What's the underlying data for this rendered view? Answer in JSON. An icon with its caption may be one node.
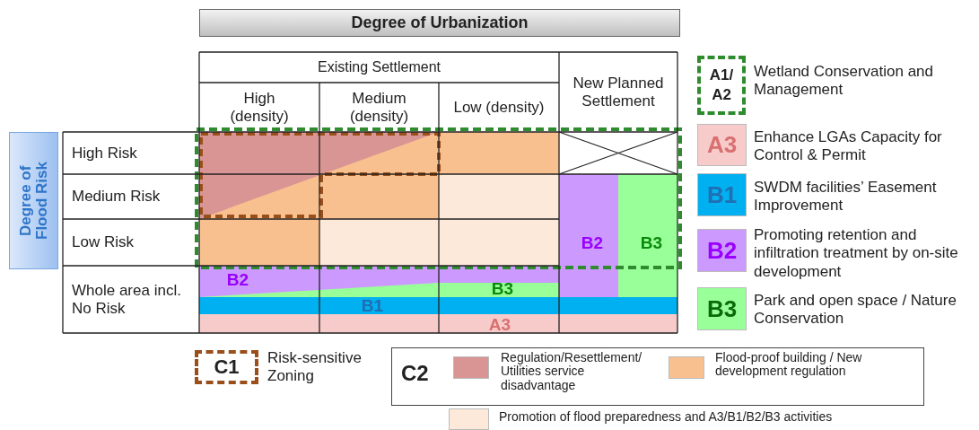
{
  "diagram": {
    "nodes": [
      {
        "text": [
          "Degree of Urbanization"
        ]
      },
      {
        "text": [
          "Degree of Flood Risk"
        ]
      },
      {
        "text": [
          "A1/ A2"
        ],
        "beside": [
          "Wetland Conservation and Management"
        ]
      },
      {
        "text": [
          "A3"
        ],
        "beside": [
          "Enhance LGAs Capacity for Control & Permit"
        ]
      },
      {
        "text": [
          "B1"
        ],
        "beside": [
          "SWDM facilities’ Easement Improvement"
        ]
      },
      {
        "text": [
          "B2"
        ],
        "beside": [
          "Promoting retention and infiltration treatment by on-site development"
        ]
      },
      {
        "text": [
          "B3"
        ],
        "beside": [
          "Park and open space / Nature Conservation"
        ]
      },
      {
        "text": [
          "C1"
        ],
        "beside": [
          "Risk-sensitive Zoning"
        ]
      },
      {
        "text": [
          "C2"
        ]
      }
    ],
    "labels": [
      "Existing Settlement",
      "New Planned Settlement",
      "High (density)",
      "Medium (density)",
      "Low (density)",
      "High Risk",
      "Medium Risk",
      "Low Risk",
      "B2",
      "B3",
      "Whole area incl. No Risk",
      "B2",
      "B3",
      "B1",
      "A3"
    ],
    "legend": [
      {
        "text": "Regulation/Resettlement/ Utilities service disadvantage",
        "color": "#d99594"
      },
      {
        "text": "Flood-proof building / New development regulation",
        "color": "#f9c08f"
      },
      {
        "text": "Promotion of flood preparedness and A3/B1/B2/B3 activities",
        "color": "#fde9d9"
      }
    ]
  }
}
